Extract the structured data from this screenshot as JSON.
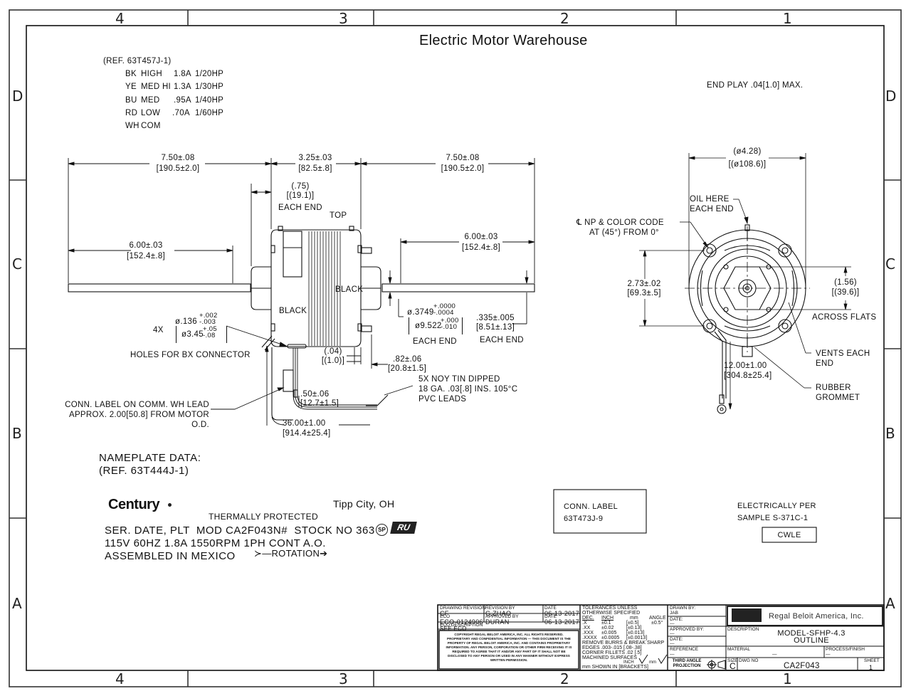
{
  "title": "Electric Motor Warehouse",
  "zones": {
    "columns": [
      "4",
      "3",
      "2",
      "1"
    ],
    "rows": [
      "D",
      "C",
      "B",
      "A"
    ]
  },
  "wiring": {
    "ref": "(REF. 63T457J-1)",
    "leads": [
      {
        "color": "BK",
        "speed": "HIGH",
        "amps": "1.8A",
        "hp": "1/20HP"
      },
      {
        "color": "YE",
        "speed": "MED HI",
        "amps": "1.3A",
        "hp": "1/30HP"
      },
      {
        "color": "BU",
        "speed": "MED",
        "amps": ".95A",
        "hp": "1/40HP"
      },
      {
        "color": "RD",
        "speed": "LOW",
        "amps": ".70A",
        "hp": "1/60HP"
      },
      {
        "color": "WH",
        "speed": "COM",
        "amps": "",
        "hp": ""
      }
    ]
  },
  "end_play": "END PLAY .04[1.0] MAX.",
  "side_view": {
    "dim_left_overall": {
      "in": "7.50±.08",
      "mm": "[190.5±2.0]"
    },
    "dim_body": {
      "in": "3.25±.03",
      "mm": "[82.5±.8]"
    },
    "dim_right_overall": {
      "in": "7.50±.08",
      "mm": "[190.5±2.0]"
    },
    "dim_hub": {
      "in": "(.75)",
      "mm": "[(19.1)]",
      "note": "EACH END"
    },
    "top_label": "TOP",
    "dim_left_shaft": {
      "in": "6.00±.03",
      "mm": "[152.4±.8]"
    },
    "dim_right_shaft": {
      "in": "6.00±.03",
      "mm": "[152.4±.8]"
    },
    "black_left": "BLACK",
    "black_right": "BLACK",
    "shaft_dia": {
      "in_base": "ø.3749",
      "in_tol_plus": "+.0000",
      "in_tol_minus": "-.0004",
      "mm_base": "ø9.522",
      "mm_tol_plus": "+.000",
      "mm_tol_minus": "-.010",
      "note": "EACH END"
    },
    "flat": {
      "in": ".335±.005",
      "mm": "[8.51±.13]",
      "note": "EACH END"
    },
    "holes": {
      "count": "4X",
      "in_base": "ø.136",
      "in_tol_plus": "+.002",
      "in_tol_minus": "-.003",
      "mm_base": "ø3.45",
      "mm_tol_plus": "+.05",
      "mm_tol_minus": "-.08",
      "note": "HOLES FOR BX CONNECTOR"
    },
    "dim_gap": {
      "in": "(.04)",
      "mm": "[(1.0)]"
    },
    "dim_stud": {
      "in": ".82±.06",
      "mm": "[20.8±1.5]"
    },
    "leads_note": [
      "5X NOY TIN DIPPED",
      "18 GA. .03[.8] INS. 105°C",
      "PVC LEADS"
    ],
    "dim_strip": {
      "in": ".50±.06",
      "mm": "[12.7±1.5]"
    },
    "dim_lead_length": {
      "in": "36.00±1.00",
      "mm": "[914.4±25.4]"
    },
    "conn_label_note": [
      "CONN. LABEL ON COMM. WH LEAD",
      "APPROX. 2.00[50.8] FROM MOTOR",
      "O.D."
    ]
  },
  "end_view": {
    "dim_diameter": {
      "in": "(ø4.28)",
      "mm": "[(ø108.6)]"
    },
    "oil_note": [
      "OIL HERE",
      "EACH END"
    ],
    "np_note": [
      "℄ NP & COLOR CODE",
      "AT (45°) FROM 0°"
    ],
    "dim_bolt": {
      "in": "2.73±.02",
      "mm": "[69.3±.5]"
    },
    "dim_flats": {
      "in": "(1.56)",
      "mm": "[(39.6)]",
      "note": "ACROSS FLATS"
    },
    "vents_note": [
      "VENTS EACH",
      "END"
    ],
    "dim_ground": {
      "in": "12.00±1.00",
      "mm": "[304.8±25.4]"
    },
    "grommet_note": [
      "RUBBER",
      "GROMMET"
    ]
  },
  "nameplate": {
    "heading": "NAMEPLATE DATA:",
    "ref": "(REF. 63T444J-1)",
    "brand": "Century",
    "location": "Tipp City, OH",
    "thermal": "THERMALLY PROTECTED",
    "line1": "SER. DATE, PLT  MOD CA2F043N#  STOCK NO 363",
    "line2": "115V 60HZ 1.8A 1550RPM 1PH CONT A.O.",
    "line3": "ASSEMBLED IN MEXICO",
    "rotation": "≻—ROTATION➔",
    "cert_csa": "SP",
    "cert_ul": "RU"
  },
  "conn_label_box": [
    "CONN. LABEL",
    "63T473J-9"
  ],
  "electrical": {
    "lines": [
      "ELECTRICALLY PER",
      "SAMPLE S-371C-1"
    ],
    "badge": "CWLE"
  },
  "title_block": {
    "revision": {
      "label": "DRAWING REVISION",
      "value": "CF"
    },
    "revised_by": {
      "label": "REVISION BY",
      "value": "G.ZHAO"
    },
    "rev_date": {
      "label": "DATE",
      "value": "06-13-2017"
    },
    "eco": {
      "label": "ECO",
      "value": "ECO-0124906"
    },
    "approved_by": {
      "label": "APPROVED BY",
      "value": "DURAN"
    },
    "appr_date": {
      "label": "DATE",
      "value": "06-13-2017"
    },
    "eco_desc": {
      "label": "ECO DESCRIPTION",
      "value": "SEE ECO"
    },
    "copyright": "COPYRIGHT REGAL BELOIT AMERICA, INC. ALL RIGHTS RESERVED. PROPRIETARY AND CONFIDENTIAL INFORMATION — THIS DOCUMENT IS THE PROPERTY OF REGAL BELOIT AMERICA, INC. AND CONTAINS PROPRIETARY INFORMATION. ANY PERSON, CORPORATION OR OTHER FIRM RECEIVING IT IS REQUIRED TO AGREE THAT IT AND/OR ANY PART OF IT SHALL NOT BE DISCLOSED TO ANY PERSON OR USED IN ANY MANNER WITHOUT EXPRESS WRITTEN PERMISSION.",
    "tolerances": {
      "header": [
        "TOLERANCES UNLESS",
        "OTHERWISE SPECIFIED"
      ],
      "cols": [
        "DEC.",
        "INCH",
        "mm",
        "ANGLE"
      ],
      "rows": [
        [
          ".X",
          "±0.1",
          "[±0.5]",
          "±0.5°"
        ],
        [
          ".XX",
          "±0.02",
          "[±0.13]",
          ""
        ],
        [
          ".XXX",
          "±0.005",
          "[±0.013]",
          ""
        ],
        [
          ".XXXX",
          "±0.0005",
          "[±0.0013]",
          ""
        ]
      ],
      "notes": [
        "REMOVE BURRS & BREAK SHARP",
        "EDGES .003-.015 [.08-.38]",
        "CORNER FILLETS .02 [.5]",
        "MACHINED SURFACES",
        "INCH",
        "mm",
        "mm SHOWN IN [BRACKETS]"
      ]
    },
    "drawn_by": {
      "label": "DRAWN BY:",
      "value": "JAB"
    },
    "date1": {
      "label": "DATE:",
      "value": "—"
    },
    "approved": {
      "label": "APPROVED BY:",
      "value": "—"
    },
    "date2": {
      "label": "DATE:",
      "value": "—"
    },
    "reference": {
      "label": "REFERENCE",
      "value": "—"
    },
    "projection": "THIRD ANGLE PROJECTION",
    "company": "Regal Beloit America, Inc.",
    "description_label": "DESCRIPTION",
    "description": [
      "MODEL-SFHP-4.3",
      "OUTLINE"
    ],
    "material": {
      "label": "MATERIAL",
      "value": "—"
    },
    "process": {
      "label": "PROCESS/FINISH",
      "value": "—"
    },
    "size": {
      "label": "SIZE",
      "value": "C"
    },
    "dwg_no": {
      "label": "DWG NO",
      "value": "CA2F043"
    },
    "sheet": {
      "label": "SHEET",
      "value": "1"
    }
  }
}
